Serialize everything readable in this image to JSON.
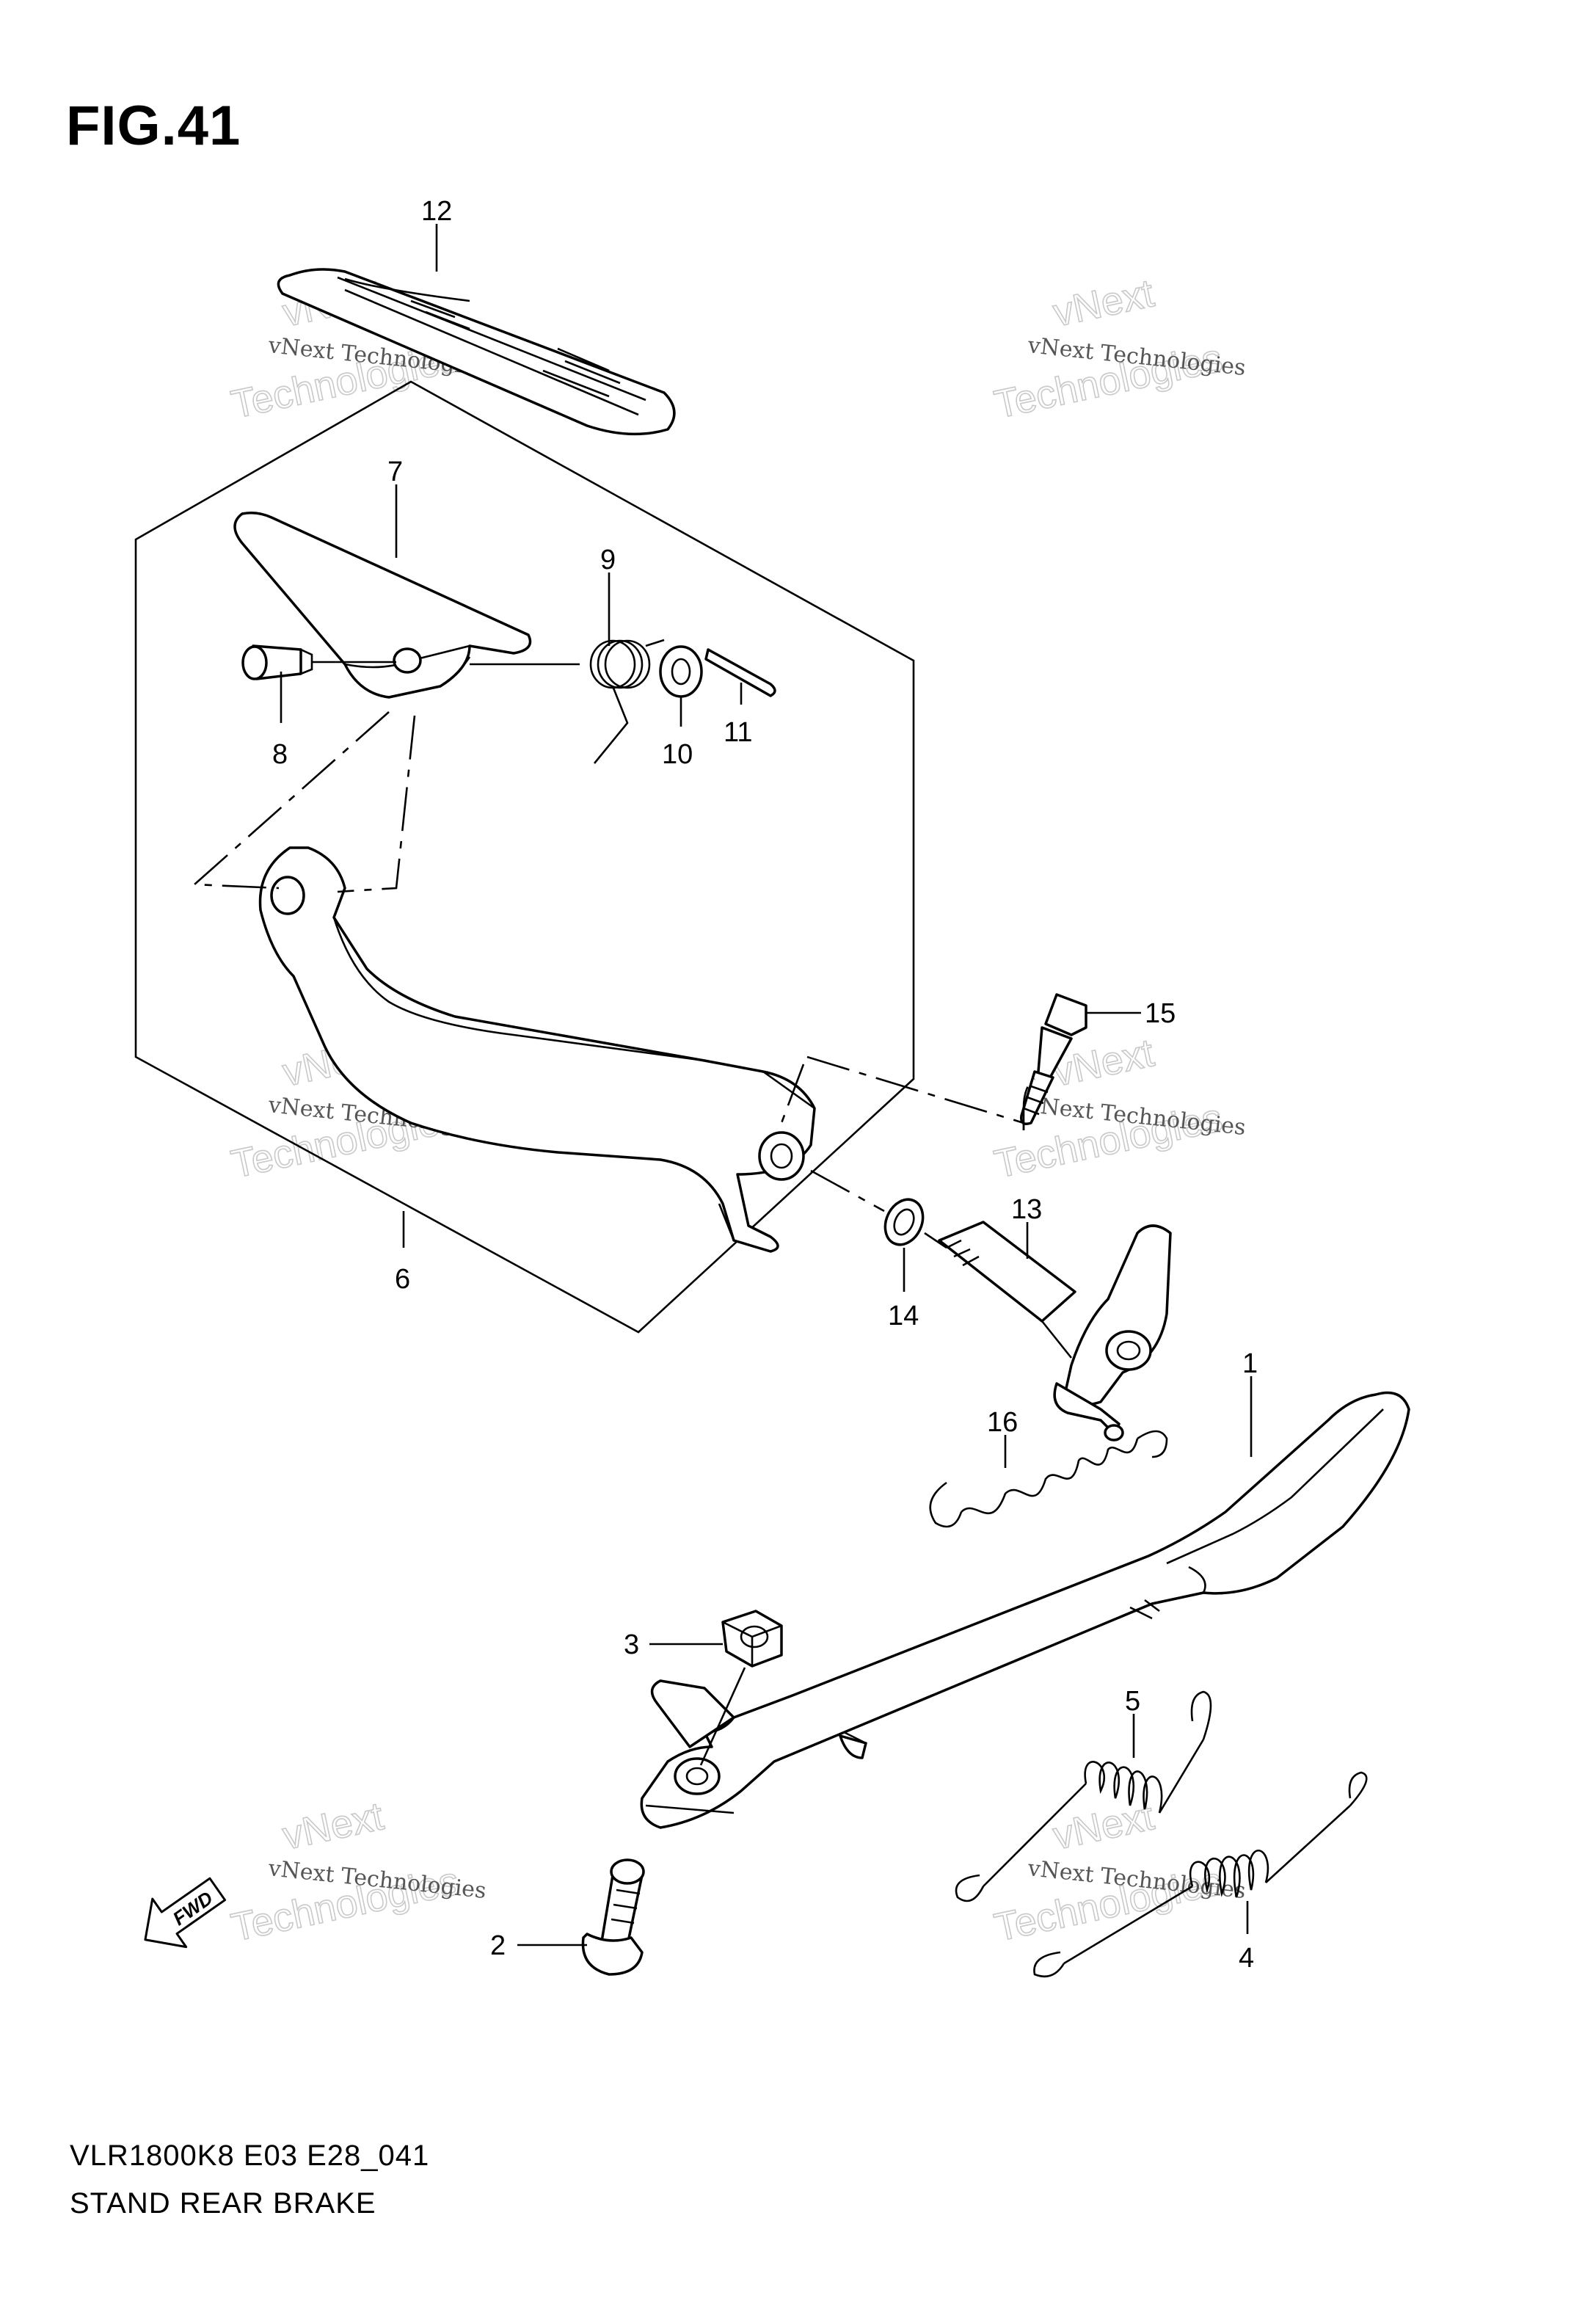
{
  "figure": {
    "title": "FIG.41",
    "model_code": "VLR1800K8 E03 E28_041",
    "section_name": "STAND REAR BRAKE"
  },
  "callouts": [
    "1",
    "2",
    "3",
    "4",
    "5",
    "6",
    "7",
    "8",
    "9",
    "10",
    "11",
    "12",
    "13",
    "14",
    "15",
    "16"
  ],
  "watermark": {
    "line1": "vNext Technologies",
    "line2": "Technologies",
    "arc": "vNext"
  },
  "direction_badge": {
    "text": "FWD",
    "icon": "forward-arrow-icon"
  }
}
